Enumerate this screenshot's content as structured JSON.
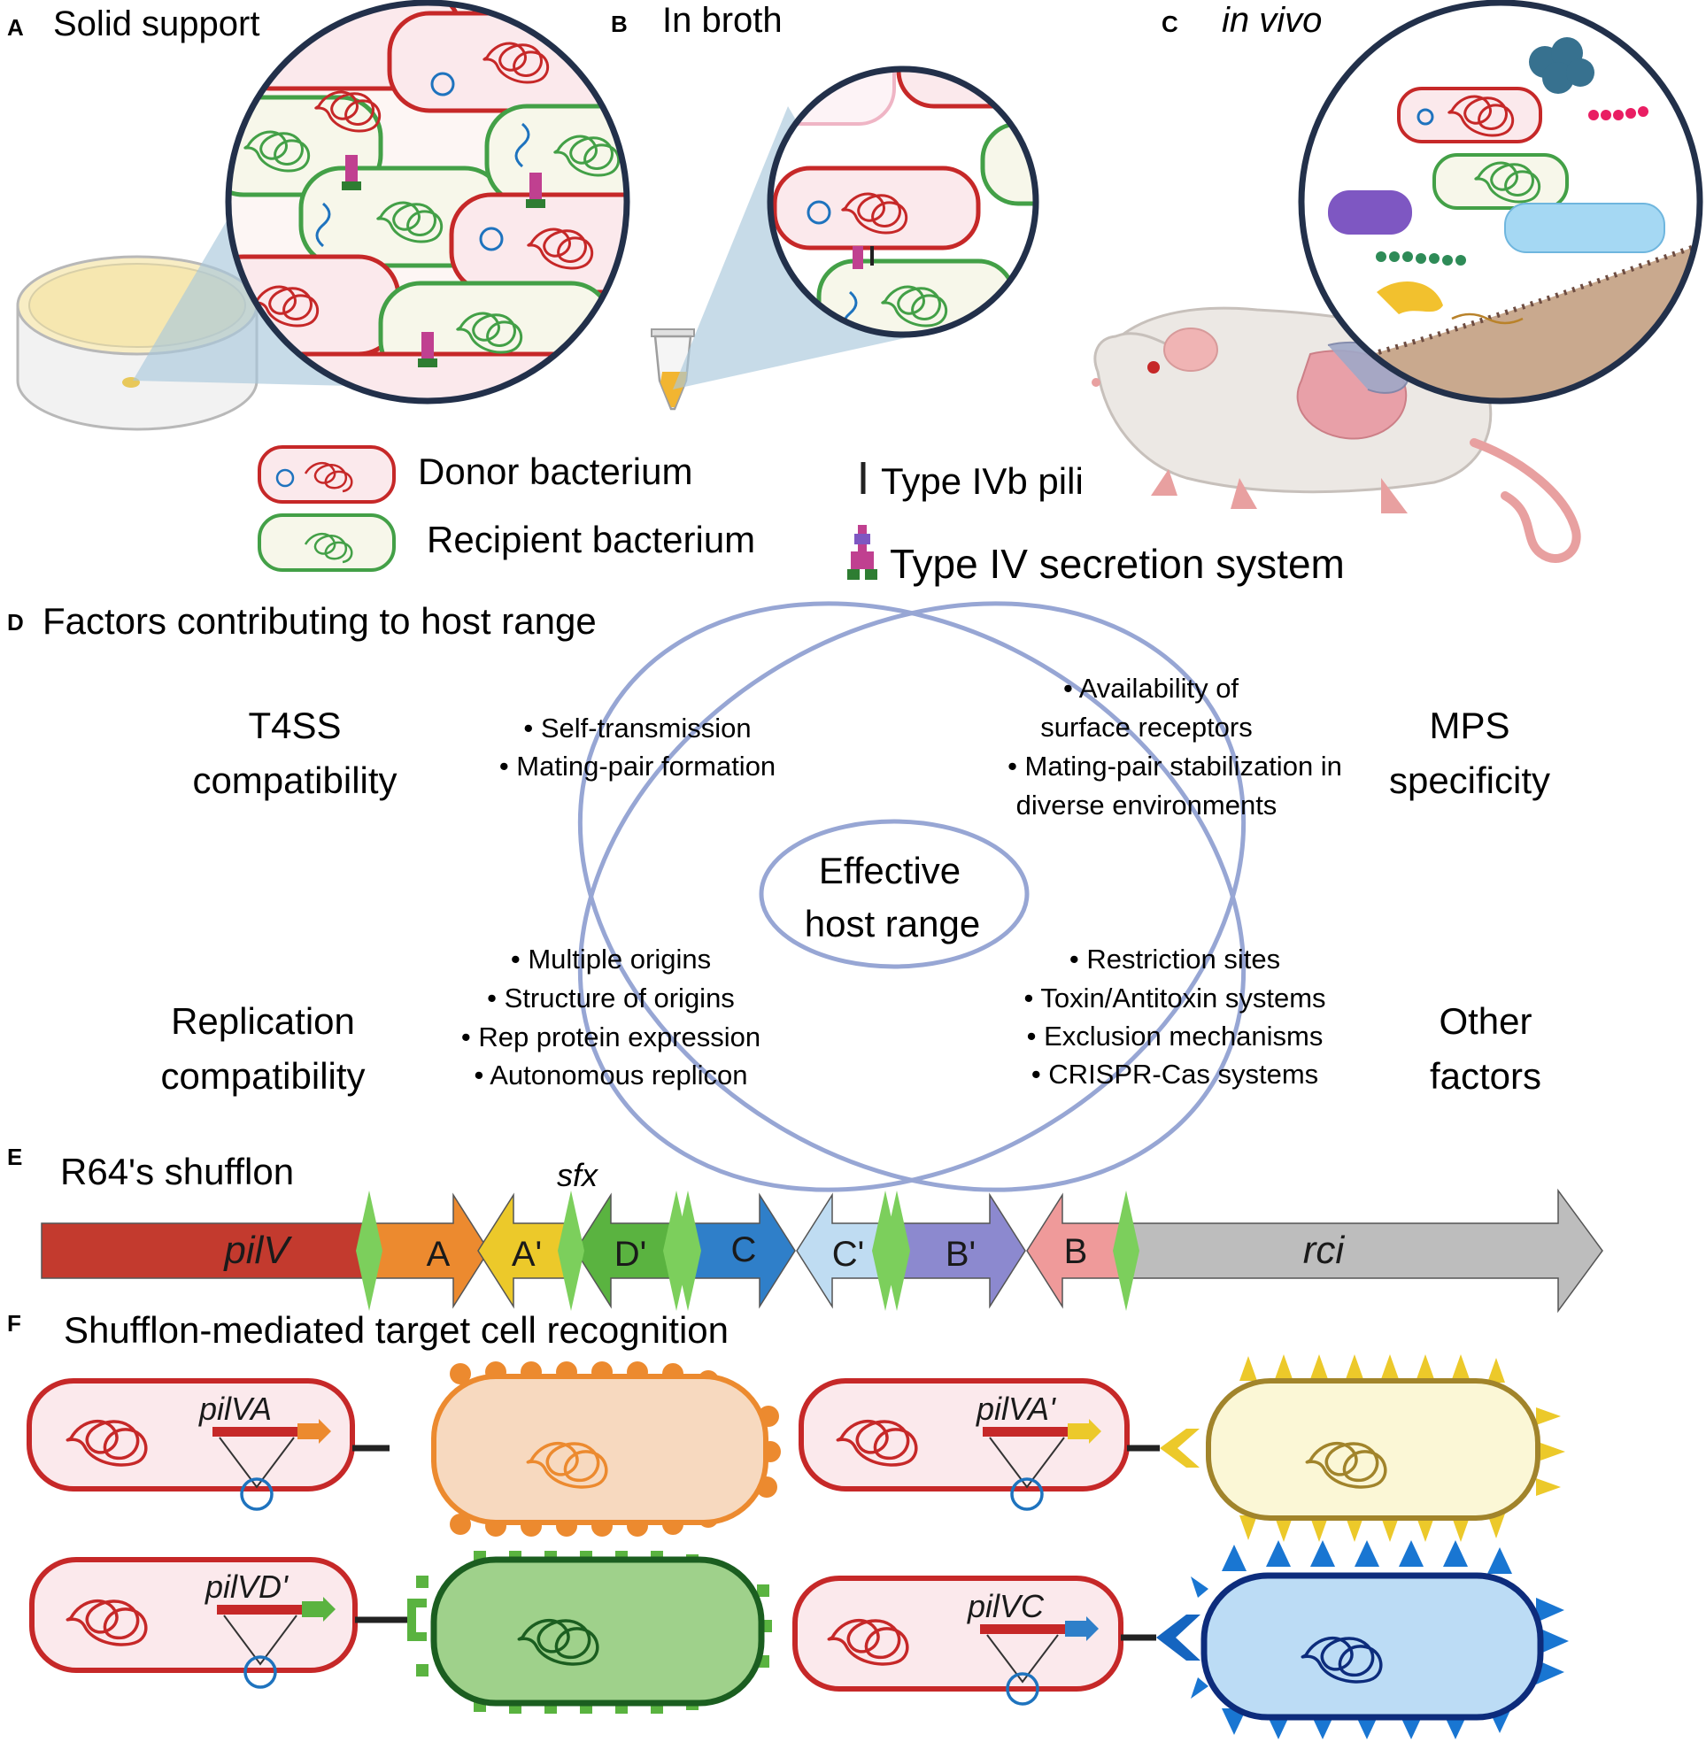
{
  "panelA": {
    "letter": "A",
    "title": "Solid support"
  },
  "panelB": {
    "letter": "B",
    "title": "In broth"
  },
  "panelC": {
    "letter": "C",
    "title": "in vivo"
  },
  "legend": {
    "donor": "Donor bacterium",
    "recipient": "Recipient bacterium",
    "pili": "Type IVb pili",
    "t4ss": "Type IV secretion system"
  },
  "panelD": {
    "letter": "D",
    "title": "Factors contributing to host range",
    "t4ss_l1": "T4SS",
    "t4ss_l2": "compatibility",
    "mps_l1": "MPS",
    "mps_l2": "specificity",
    "rep_l1": "Replication",
    "rep_l2": "compatibility",
    "other_l1": "Other",
    "other_l2": "factors",
    "center_l1": "Effective",
    "center_l2": "host range",
    "t4ss_items": [
      "• Self-transmission",
      "• Mating-pair formation"
    ],
    "mps_items": [
      "• Availability of",
      "surface receptors",
      "• Mating-pair stabilization  in",
      "diverse environments"
    ],
    "rep_items": [
      "• Multiple origins",
      "• Structure of origins",
      "• Rep protein expression",
      "• Autonomous replicon"
    ],
    "other_items": [
      "• Restriction sites",
      "• Toxin/Antitoxin systems",
      "• Exclusion mechanisms",
      "• CRISPR-Cas systems"
    ]
  },
  "panelE": {
    "letter": "E",
    "title": "R64's shufflon",
    "sfx": "sfx",
    "segments": [
      "pilV",
      "A",
      "A'",
      "D'",
      "C",
      "C'",
      "B'",
      "B",
      "rci"
    ],
    "colors": {
      "pilV": "#c33a2e",
      "A": "#ec8a2f",
      "A'": "#ecc92a",
      "D'": "#5ab340",
      "C": "#2f7fc9",
      "C'": "#bfdcf2",
      "B'": "#8c89cf",
      "B": "#ef9a9a",
      "rci": "#bdbdbd",
      "sfx": "#7ccf5c"
    }
  },
  "panelF": {
    "letter": "F",
    "title": "Shufflon-mediated target cell recognition",
    "labels": [
      "pilVA",
      "pilVA'",
      "pilVD'",
      "pilVC"
    ]
  }
}
